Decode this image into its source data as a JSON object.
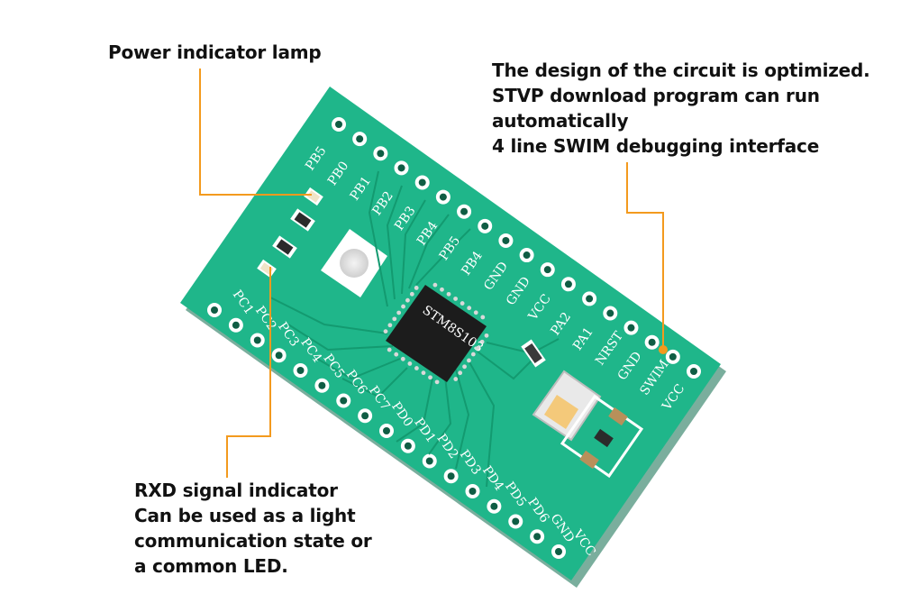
{
  "annotations": {
    "power": {
      "lines": [
        "Power indicator lamp"
      ]
    },
    "design": {
      "lines": [
        "The design of the circuit is optimized.",
        "STVP download program can run",
        "automatically",
        "4 line SWIM debugging interface"
      ]
    },
    "rxd": {
      "lines": [
        "RXD signal indicator",
        "Can be used as a light",
        "communication state or",
        "a common LED."
      ]
    }
  },
  "board": {
    "top_pins": [
      "PB5",
      "PB0",
      "PB1",
      "PB2",
      "PB3",
      "PB4",
      "PB5",
      "PB4",
      "GND",
      "GND",
      "VCC",
      "PA2",
      "PA1",
      "NRST",
      "GND",
      "SWIM",
      "VCC"
    ],
    "bottom_pins": [
      "PC1",
      "PC2",
      "PC3",
      "PC4",
      "PC5",
      "PC6",
      "PC7",
      "PD0",
      "PD1",
      "PD2",
      "PD3",
      "PD4",
      "PD5",
      "PD6",
      "GND",
      "VCC"
    ],
    "chip_text": "STM8S103",
    "colors": {
      "pcb": "#1fb68a",
      "pcb_dark": "#139a70",
      "silk": "#ffffff",
      "leader": "#f39a1e",
      "chip": "#1c1c1c",
      "button": "#f4c97a"
    }
  }
}
